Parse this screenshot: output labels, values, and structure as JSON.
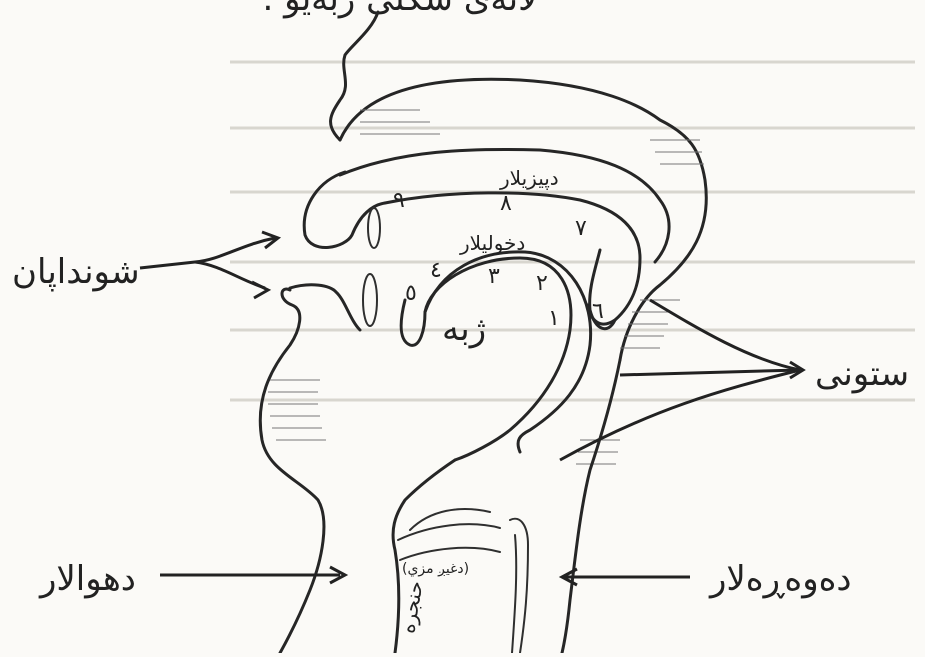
{
  "header": {
    "text": "لانەی شکلی ژبەیو ؛"
  },
  "labels": {
    "lips": "شونداپان",
    "pillars": "ستونی",
    "mouth_cavity": "دهوالار",
    "throat": "دەوەڕەلار",
    "tongue": "ژبه",
    "upper_palate": "دپیزیلار",
    "lower_palate": "دخولیلار",
    "larynx_note": "(دغیږ مزي)",
    "larynx": "حنجره"
  },
  "numbers": [
    "١",
    "٢",
    "٣",
    "٤",
    "٥",
    "٦",
    "٧",
    "٨",
    "٩"
  ],
  "colors": {
    "ink": "#262626",
    "paper": "#fbfaf7",
    "hatch": "#777777"
  }
}
